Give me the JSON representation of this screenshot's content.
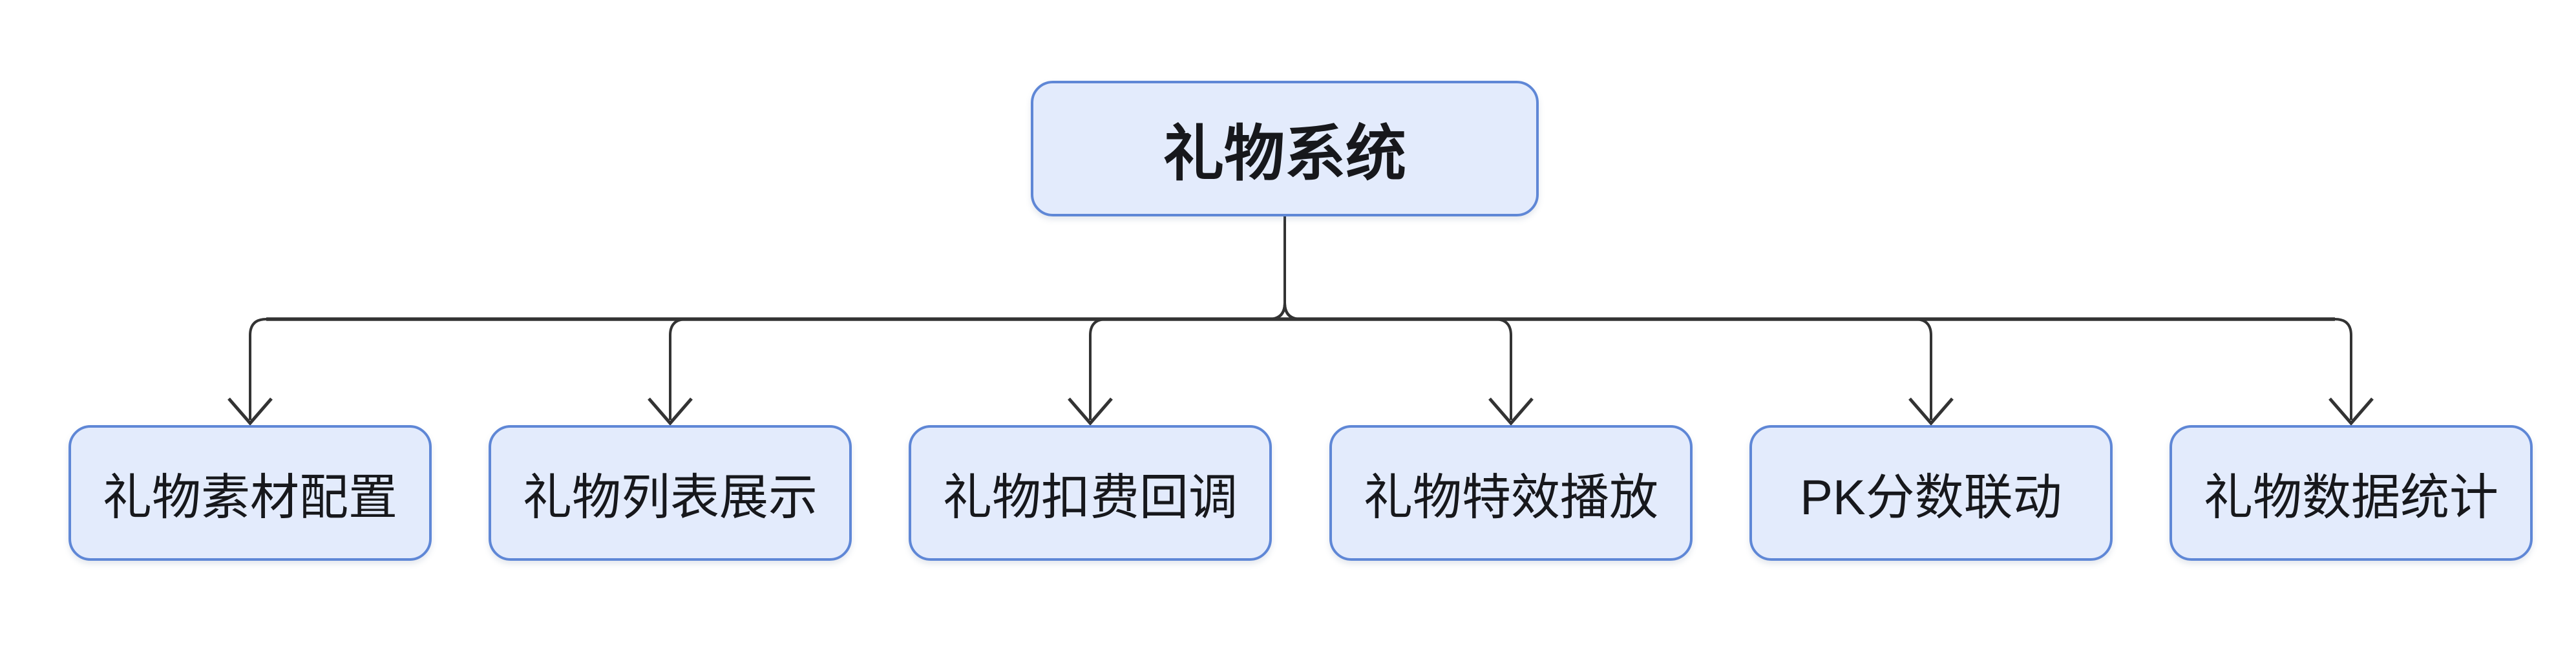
{
  "diagram": {
    "root": {
      "label": "礼物系统"
    },
    "children": [
      {
        "label": "礼物素材配置"
      },
      {
        "label": "礼物列表展示"
      },
      {
        "label": "礼物扣费回调"
      },
      {
        "label": "礼物特效播放"
      },
      {
        "label": "PK分数联动"
      },
      {
        "label": "礼物数据统计"
      }
    ],
    "colors": {
      "background": "#ffffff",
      "node_fill": "#e3ebfc",
      "node_border": "#5f87d6",
      "edge": "#333333",
      "text": "#17181c"
    }
  }
}
